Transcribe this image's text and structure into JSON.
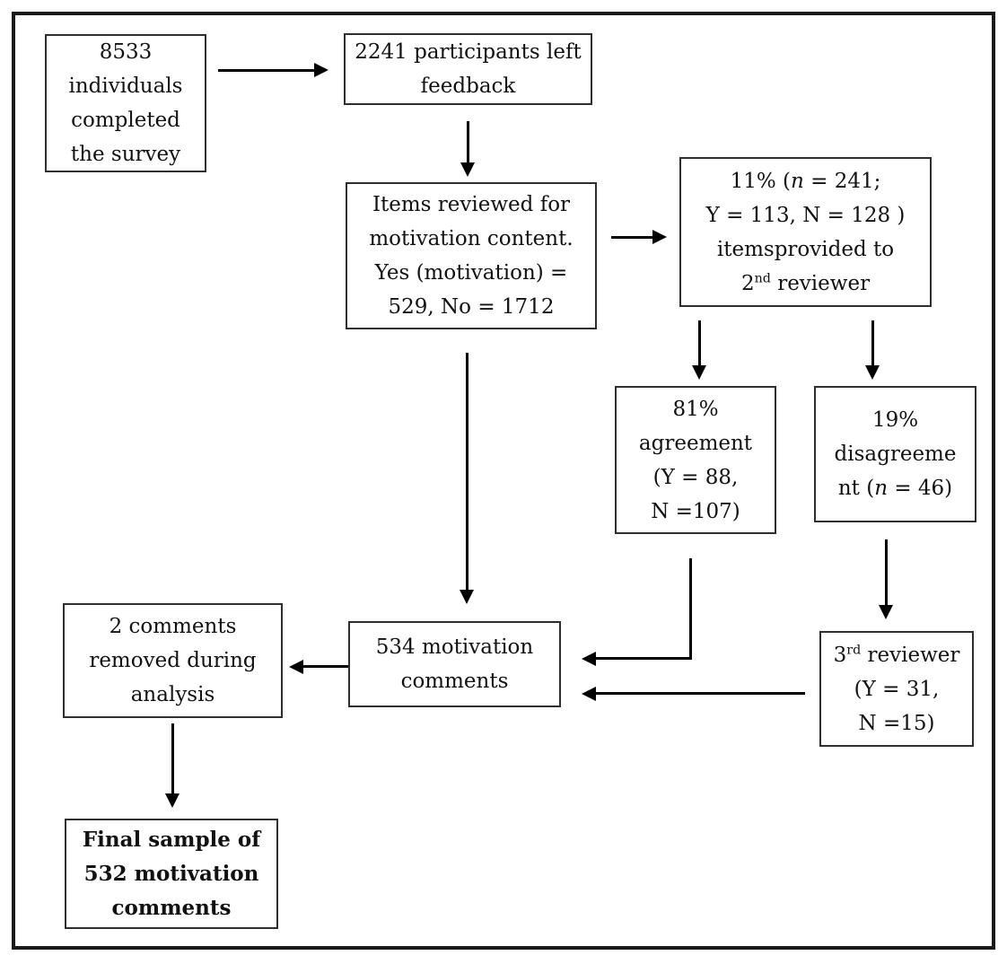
{
  "diagram": {
    "type": "flowchart",
    "description": "Participant feedback / motivation comment screening flow diagram",
    "colors": {
      "background": "#ffffff",
      "outer_border": "#1a1a1a",
      "box_border": "#2e2e2e",
      "text": "#111111",
      "arrow": "#000000"
    }
  },
  "boxes": {
    "survey": {
      "lines": [
        "8533",
        "individuals",
        "completed",
        "the survey"
      ]
    },
    "feedback": {
      "lines": [
        "2241 participants left",
        "feedback"
      ]
    },
    "items_reviewed": {
      "lines": [
        "Items reviewed for",
        "motivation content.",
        "Yes (motivation) =",
        "529, No = 1712"
      ]
    },
    "second_reviewer": {
      "line1_pre": "11% (",
      "line1_n": "n",
      "line1_post": " = 241;",
      "line2": "Y = 113, N = 128 )",
      "line3": "itemsprovided to",
      "line4_base": "2",
      "line4_sup": "nd",
      "line4_post": " reviewer"
    },
    "agreement": {
      "lines": [
        "81%",
        "agreement",
        "(Y = 88,",
        "N =107)"
      ]
    },
    "disagreement": {
      "line1": "19%",
      "line2": "disagreeme",
      "line3_pre": "nt (",
      "line3_n": "n",
      "line3_post": " = 46)"
    },
    "comments_534": {
      "lines": [
        "534 motivation",
        "comments"
      ]
    },
    "removed": {
      "lines": [
        "2 comments",
        "removed during",
        "analysis"
      ]
    },
    "third_reviewer": {
      "line1_base": "3",
      "line1_sup": "rd",
      "line1_post": " reviewer",
      "line2": "(Y = 31,",
      "line3": "N =15)"
    },
    "final_sample": {
      "lines": [
        "Final sample of",
        "532 motivation",
        "comments"
      ]
    }
  }
}
